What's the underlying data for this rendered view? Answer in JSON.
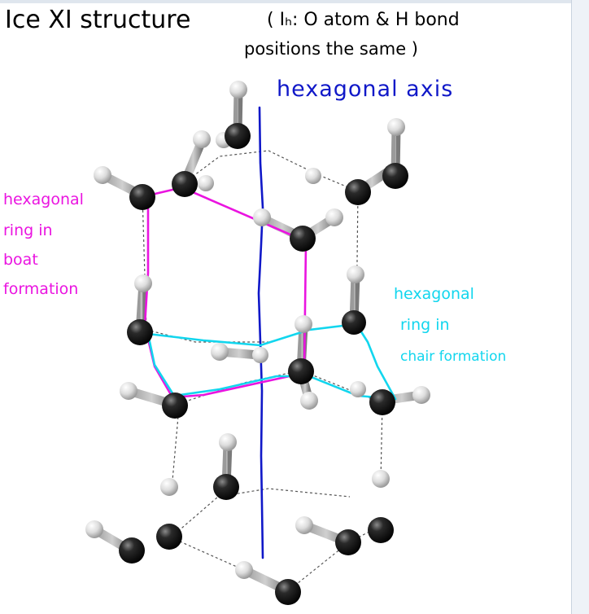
{
  "annotations": {
    "title": "Ice XI  structure",
    "subtitle_line1": "( Iₕ: O atom & H bond",
    "subtitle_line2": "positions the same )",
    "axis_label": "hexagonal axis",
    "boat_label": [
      "hexagonal",
      "ring in",
      "boat",
      "formation"
    ],
    "chair_label": [
      "hexagonal",
      "ring in",
      "chair formation"
    ]
  },
  "colors": {
    "oxygen": "#1a1a1a",
    "hydrogen": "#d8d8d8",
    "axis": "#1018c8",
    "boat_ring": "#ea14e0",
    "chair_ring": "#12d6ee",
    "hydrogen_bond": "#555555"
  },
  "icons": {
    "oxygen_atom": "dark-sphere",
    "hydrogen_atom": "light-sphere"
  }
}
